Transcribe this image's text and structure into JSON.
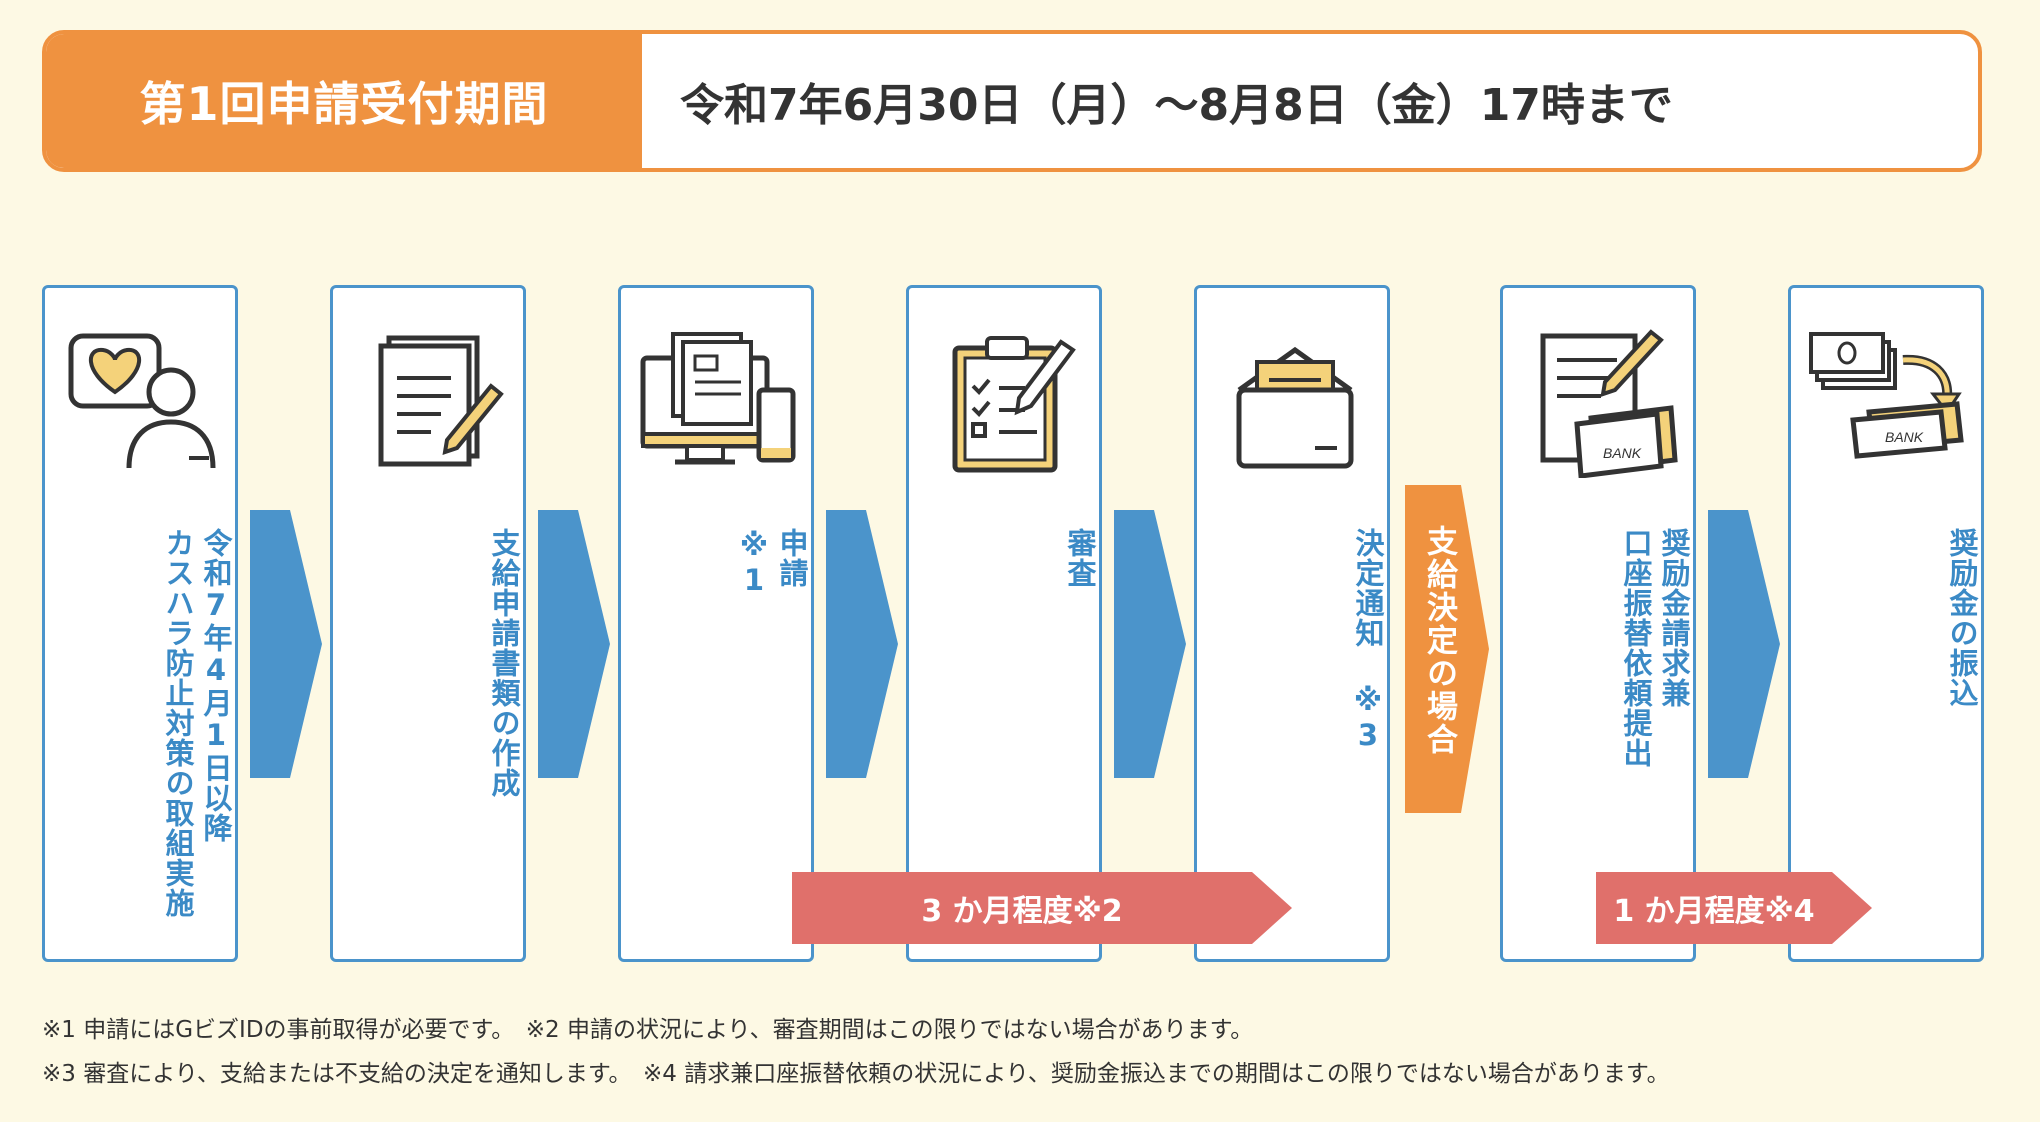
{
  "period": {
    "label": "第1回申請受付期間",
    "value": "令和7年6月30日（月）～8月8日（金）17時まで"
  },
  "steps": [
    {
      "text": "令和7年4月1日以降\nカスハラ防止対策の取組実施",
      "icon": "heart-person-icon"
    },
    {
      "text": "支給申請書類の作成",
      "icon": "document-pen-icon"
    },
    {
      "text": "申請\n※1",
      "icon": "devices-icon"
    },
    {
      "text": "審査",
      "icon": "checklist-clipboard-icon"
    },
    {
      "text": "決定通知 ※3",
      "icon": "envelope-icon"
    },
    {
      "text": "奨励金請求兼\n口座振替依頼提出",
      "icon": "form-bank-icon"
    },
    {
      "text": "奨励金の振込",
      "icon": "bank-transfer-icon"
    }
  ],
  "decision_label": "支給決定の場合",
  "durations": [
    "3 か月程度※2",
    "1 か月程度※4"
  ],
  "icons": {
    "bank_text": "BANK"
  },
  "notes": {
    "line1": "※1 申請にはGビズIDの事前取得が必要です。　※2 申請の状況により、審査期間はこの限りではない場合があります。",
    "line2": "※3 審査により、支給または不支給の決定を通知します。　※4 請求兼口座振替依頼の状況により、奨励金振込までの期間はこの限りではない場合があります。"
  },
  "colors": {
    "orange": "#ef9240",
    "blue": "#4b94cb",
    "red": "#e0706b",
    "yellow": "#f4d27a",
    "background": "#fdf9e4"
  }
}
